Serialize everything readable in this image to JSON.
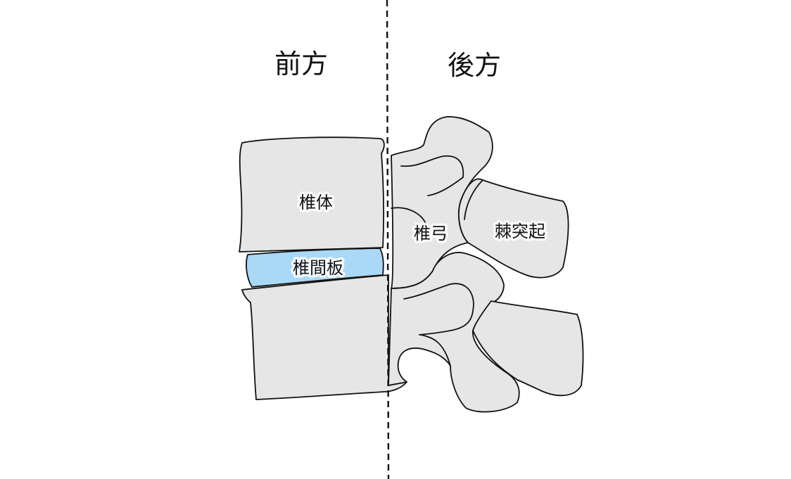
{
  "headings": {
    "anterior": "前方",
    "posterior": "後方"
  },
  "labels": {
    "vertebral_body": "椎体",
    "intervertebral_disc": "椎間板",
    "vertebral_arch": "椎弓",
    "spinous_process": "棘突起"
  },
  "colors": {
    "bone_fill": "#e6e6e6",
    "disc_fill": "#aad8f7",
    "outline": "#111111"
  }
}
